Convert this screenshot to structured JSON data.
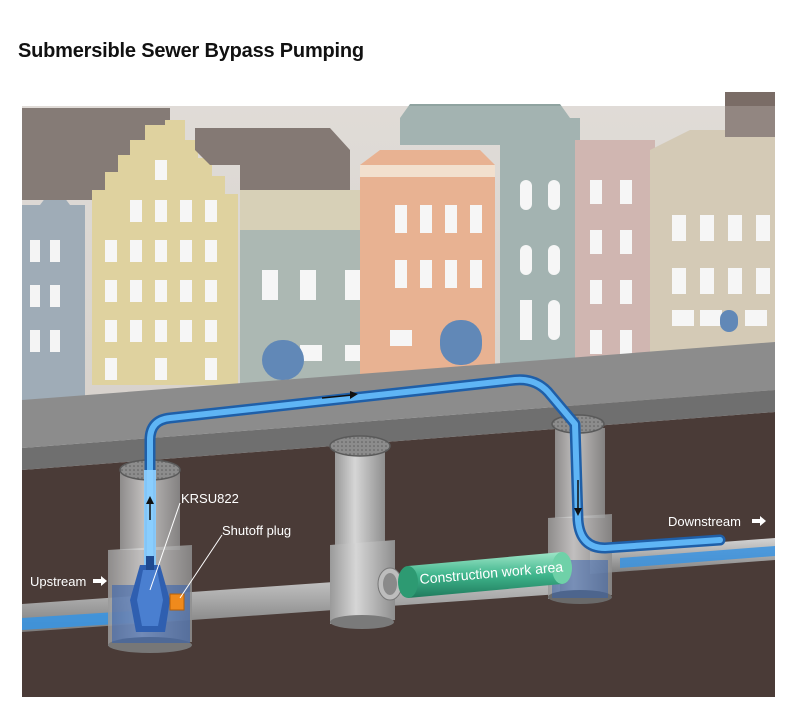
{
  "title": "Submersible Sewer Bypass Pumping",
  "labels": {
    "pump_model": "KRSU822",
    "shutoff_plug": "Shutoff plug",
    "upstream": "Upstream",
    "downstream": "Downstream",
    "construction_area": "Construction work area"
  },
  "colors": {
    "bypass_pipe": "#3a93e0",
    "construction_pipe": "#3fb58c",
    "soil": "#4a3b37",
    "road": "#8a8a8a",
    "shutoff_plug": "#f08a1c",
    "pump": "#2f5fb0"
  }
}
